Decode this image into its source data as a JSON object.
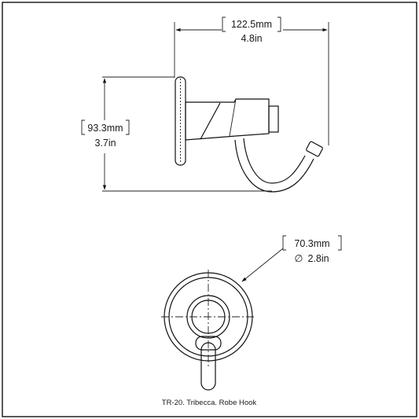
{
  "drawing": {
    "caption": "TR-20. Tribecca. Robe Hook",
    "dimensions": {
      "width": {
        "mm": "122.5mm",
        "in": "4.8in"
      },
      "height": {
        "mm": "93.3mm",
        "in": "3.7in"
      },
      "diameter": {
        "mm": "70.3mm",
        "in": "2.8in",
        "symbol": "∅"
      }
    }
  }
}
